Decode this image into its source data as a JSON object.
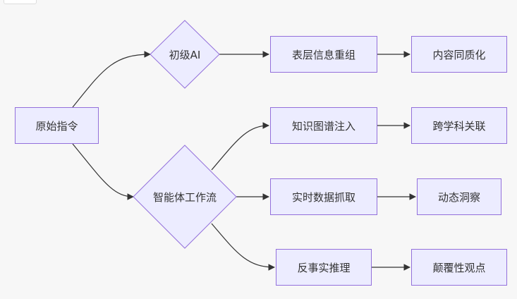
{
  "nodes": {
    "origin": "原始指令",
    "basic_ai": "初级AI",
    "agent_workflow": "智能体工作流",
    "surface_reorg": "表层信息重组",
    "homogenization": "内容同质化",
    "knowledge_graph": "知识图谱注入",
    "cross_domain": "跨学科关联",
    "realtime_data": "实时数据抓取",
    "dynamic_insight": "动态洞察",
    "counterfactual": "反事实推理",
    "disruptive_view": "颠覆性观点"
  },
  "colors": {
    "node_fill": "#ececff",
    "node_border": "#9370db",
    "edge": "#333333",
    "background": "#f7f7f7"
  }
}
